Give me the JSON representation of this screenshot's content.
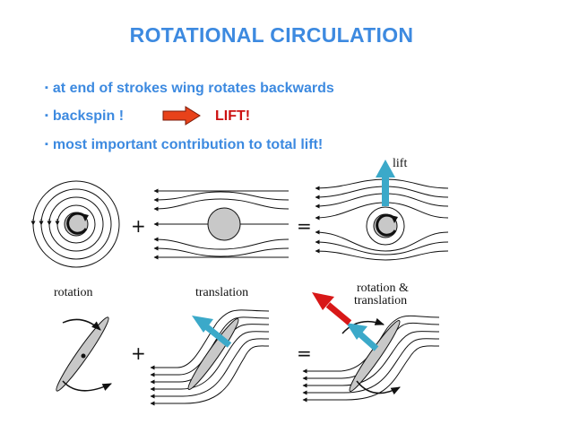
{
  "title": "ROTATIONAL CIRCULATION",
  "bullets": [
    "at end of strokes wing rotates backwards",
    "backspin !",
    "most important contribution to total lift!"
  ],
  "bullet_mark": "▪",
  "lift_callout": "LIFT!",
  "diagram": {
    "lift_label": "lift",
    "plus": "+",
    "equals": "=",
    "labels": {
      "rotation": "rotation",
      "translation": "translation",
      "combined_line1": "rotation &",
      "combined_line2": "translation"
    }
  },
  "colors": {
    "title": "#3d8ae0",
    "callout": "#cc1111",
    "cyan_arrow": "#3ba9c9",
    "red_arrow": "#d81818",
    "orange_arrow": "#e8421a"
  }
}
